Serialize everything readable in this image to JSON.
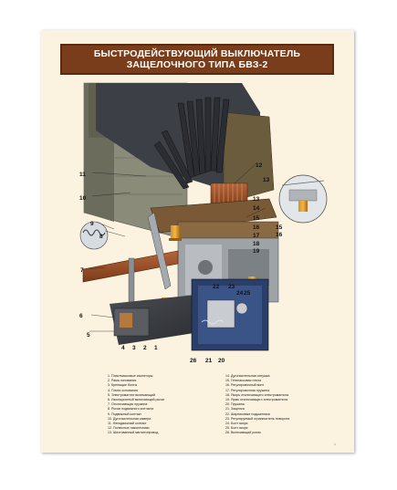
{
  "title": {
    "line1": "БЫСТРОДЕЙСТВУЮЩИЙ ВЫКЛЮЧАТЕЛЬ",
    "line2": "ЗАЩЕЛОЧНОГО ТИПА БВЗ-2"
  },
  "callouts": [
    "1",
    "2",
    "3",
    "4",
    "5",
    "6",
    "7",
    "8",
    "9",
    "10",
    "11",
    "12",
    "13",
    "13",
    "14",
    "15",
    "15",
    "16",
    "16",
    "17",
    "18",
    "19",
    "20",
    "21",
    "22",
    "23",
    "24",
    "25",
    "26"
  ],
  "legend": {
    "left": [
      "1. Пластмассовые изоляторы",
      "2. Рама основания",
      "3. Крепящие болты",
      "4. Плита основания",
      "5. Электромагнит включающий",
      "6. Изоляционный включающий рычаг",
      "7. Отключающая пружина",
      "8. Рычаг подвижного контакта",
      "9. Подвижный контакт",
      "10. Дугогасительная камера",
      "11. Неподвижный контакт",
      "12. Полюсные наконечники",
      "13. Шихтованный магнитопровод"
    ],
    "right": [
      "14. Дугогасительная катушка",
      "15. Гетинаксовая плита",
      "16. Регулировочный винт",
      "17. Регулировочная пружина",
      "18. Якорь отключающего электромагнита",
      "19. Ярмо отключающего электромагнита",
      "20. Пружина",
      "21. Защелка",
      "22. Шарниковые подшипники",
      "23. Регулируемый ограничитель поворота",
      "24. Болт якоря",
      "25. Болт якоря",
      "26. Включающий ролик"
    ]
  },
  "page_number": "1",
  "colors": {
    "title_bg": "#7a3d1c",
    "poster_bg": "#fbf3e0",
    "copper": "#a0522d",
    "insulator": "#c87f1c"
  }
}
